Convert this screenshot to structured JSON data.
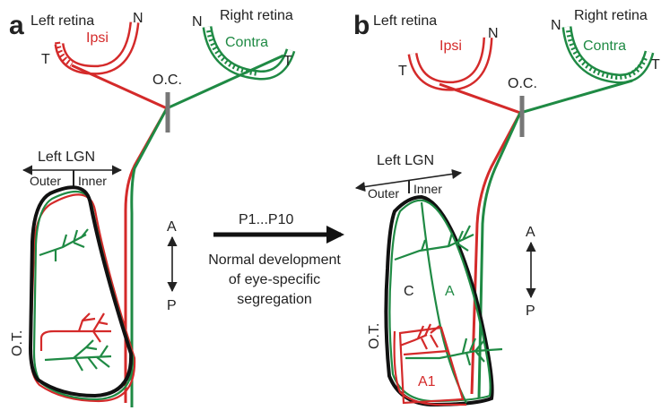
{
  "colors": {
    "ipsi": "#d42a2a",
    "contra": "#1f8a44",
    "lgn": "#111111",
    "chiasm": "#777777",
    "text": "#222222"
  },
  "labels": {
    "panel_a": "a",
    "panel_b": "b",
    "left_retina": "Left retina",
    "right_retina": "Right retina",
    "ipsi": "Ipsi",
    "contra": "Contra",
    "nasal": "N",
    "temporal": "T",
    "optic_chiasm": "O.C.",
    "left_lgn": "Left LGN",
    "outer": "Outer",
    "inner": "Inner",
    "optic_tract": "O.T.",
    "anterior": "A",
    "posterior": "P",
    "transition_time": "P1...P10",
    "transition_line1": "Normal development",
    "transition_line2": "of eye-specific",
    "transition_line3": "segregation",
    "layer_c": "C",
    "layer_a": "A",
    "layer_a1": "A1"
  }
}
